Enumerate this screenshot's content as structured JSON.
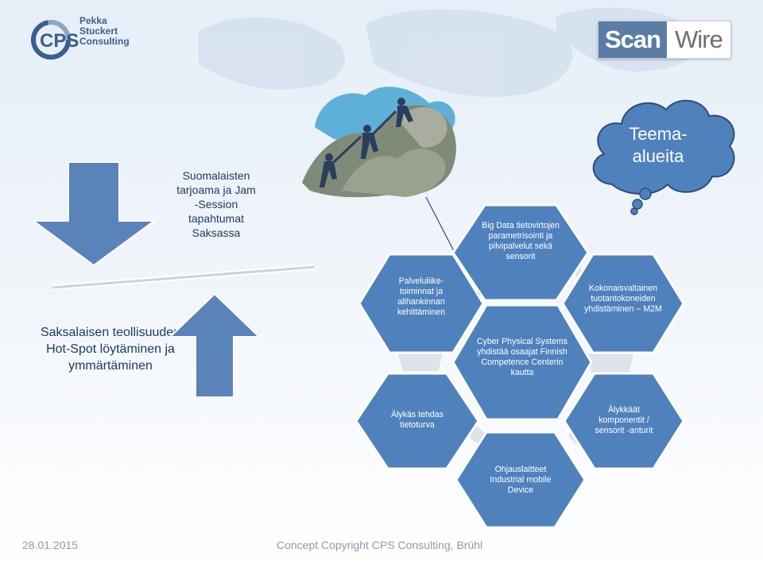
{
  "header": {
    "logo_mark": "CPS",
    "logo_lines": [
      "Pekka",
      "Stuckert",
      "Consulting"
    ],
    "partner_logo_left": "Scan",
    "partner_logo_right": "Wire"
  },
  "left_column": {
    "top_text": "Suomalaisten tarjoama ja Jam -Session tapahtumat Saksassa",
    "bottom_text": "Saksalaisen teollisuuden Hot-Spot löytäminen ja ymmärtäminen"
  },
  "cloud": {
    "text": "Teema-alueita"
  },
  "hexagons": {
    "big_data": "Big Data tietovirtojen parametrisointi ja pilvipalvelut sekä sensorit",
    "services": "Palveluliike-toiminnat ja alihankinnan kehittäminen",
    "cyber_physical": "Cyber Physical Systems yhdistää osaajat Finnish Competence Centerin kautta",
    "production_m2m": "Kokonaisvaltainen tuotantokoneiden yhdistäminen – M2M",
    "security": "Älykäs tehdas tietoturva",
    "smart_components": "Älykkäät komponentit / sensorit -anturit",
    "control_devices": "Ohjauslaitteet Industrial mobile Device"
  },
  "footer": {
    "date": "28.01.2015",
    "copyright": "Concept Copyright CPS Consulting, Brühl"
  },
  "colors": {
    "hex_fill": "#4f81bd",
    "hex_stroke": "#ffffff",
    "arrow_fill": "#5a83ba",
    "text_dark": "#1f3a64",
    "cloud_fill": "#4f81bd",
    "cloud_stroke": "#2e4d7b"
  }
}
